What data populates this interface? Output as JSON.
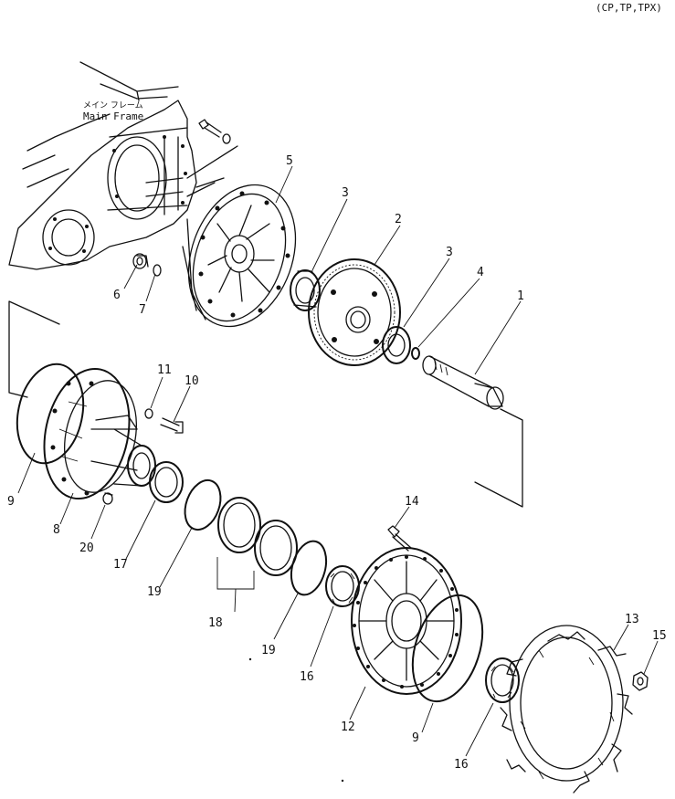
{
  "header": {
    "model_code": "(CP,TP,TPX)"
  },
  "labels": {
    "main_frame_jp": "メイン フレーム",
    "main_frame_en": "Main Frame"
  },
  "callouts": {
    "n1": "1",
    "n2": "2",
    "n3a": "3",
    "n3b": "3",
    "n4": "4",
    "n5": "5",
    "n6": "6",
    "n7": "7",
    "n8": "8",
    "n9a": "9",
    "n9b": "9",
    "n10": "10",
    "n11": "11",
    "n12": "12",
    "n13": "13",
    "n14": "14",
    "n15": "15",
    "n16a": "16",
    "n16b": "16",
    "n17": "17",
    "n18": "18",
    "n19a": "19",
    "n19b": "19",
    "n20": "20"
  },
  "icons": {
    "style": "line-art"
  }
}
